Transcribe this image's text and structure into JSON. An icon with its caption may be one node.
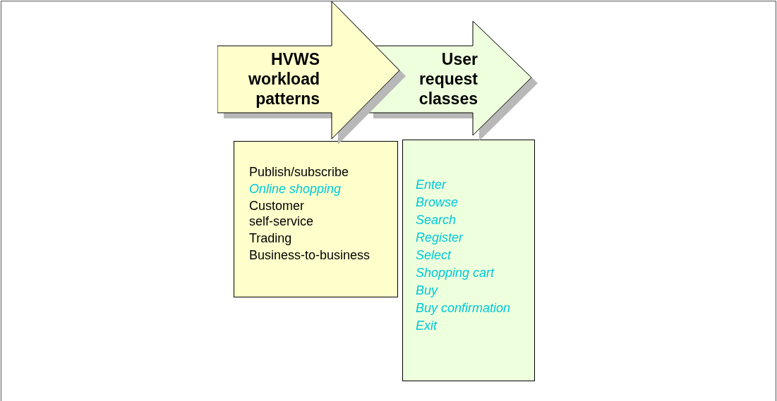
{
  "diagram": {
    "nodes": [
      {
        "text": [
          "HVWS workload patterns"
        ]
      },
      {
        "text": [
          "User request classes"
        ]
      },
      {
        "text": [
          "Publish/subscribe",
          "Online shopping",
          "Customer self-service",
          "Trading",
          "Business-to-business"
        ]
      },
      {
        "text": [
          "Enter",
          "Browse",
          "Search",
          "Register",
          "Select",
          "Shopping cart",
          "Buy",
          "Buy confirmation",
          "Exit"
        ]
      }
    ]
  }
}
